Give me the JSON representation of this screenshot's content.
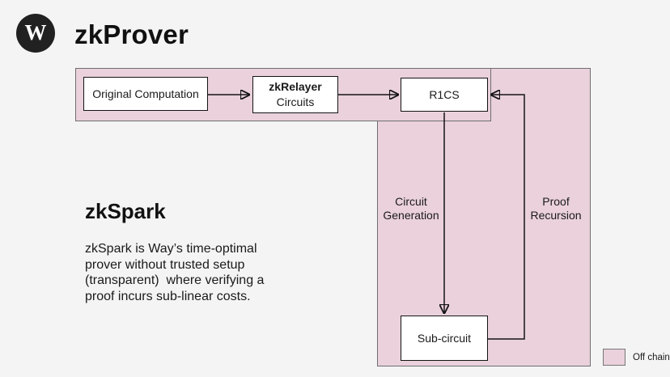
{
  "header": {
    "logo_letter": "W",
    "title": "zkProver"
  },
  "description": {
    "heading": "zkSpark",
    "body": "zkSpark is Way’s time-optimal prover without trusted setup (transparent)  where verifying a proof incurs sub-linear costs."
  },
  "diagram": {
    "nodes": {
      "original_computation": {
        "label": "Original Computation"
      },
      "zkrelayer": {
        "title": "zkRelayer",
        "subtitle": "Circuits"
      },
      "r1cs": {
        "label": "R1CS"
      },
      "subcircuit": {
        "label": "Sub-circuit"
      }
    },
    "edge_labels": {
      "circuit_generation": {
        "line1": "Circuit",
        "line2": "Generation"
      },
      "proof_recursion": {
        "line1": "Proof",
        "line2": "Recursion"
      }
    }
  },
  "legend": {
    "label": "Off chain"
  },
  "colors": {
    "background": "#f4f4f4",
    "offchain_fill": "#ead1dc",
    "region_border": "#6e6e6e",
    "node_border": "#141414",
    "logo_bg": "#212121",
    "logo_fg": "#ffffff"
  }
}
